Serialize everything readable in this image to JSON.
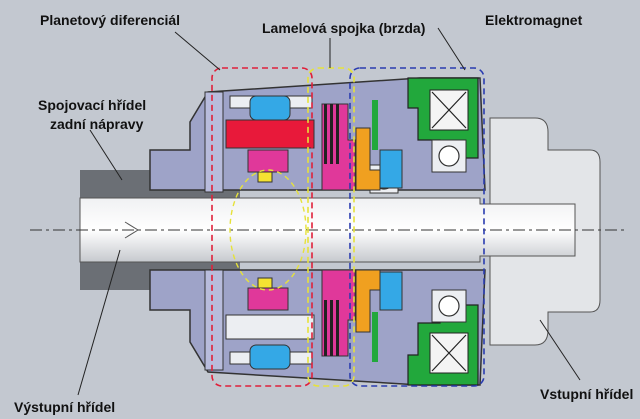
{
  "labels": {
    "planetary": "Planetový diferenciál",
    "clutch": "Lamelová spojka (brzda)",
    "electromagnet": "Elektromagnet",
    "shaft_line1": "Spojovací hřídel",
    "shaft_line2": "zadní nápravy",
    "output_shaft": "Výstupní hřídel",
    "input_shaft": "Vstupní hřídel"
  },
  "colors": {
    "planetary_box": "#e0203a",
    "clutch_box": "#e6e23a",
    "electromagnet_box": "#2a3cb0",
    "housing": "#9aa0c4",
    "gear_red": "#e8193a",
    "magenta": "#e03896",
    "cyan": "#30a8e8",
    "green": "#1aa63a",
    "orange": "#f0a020",
    "shaft": "#d8dadd"
  }
}
